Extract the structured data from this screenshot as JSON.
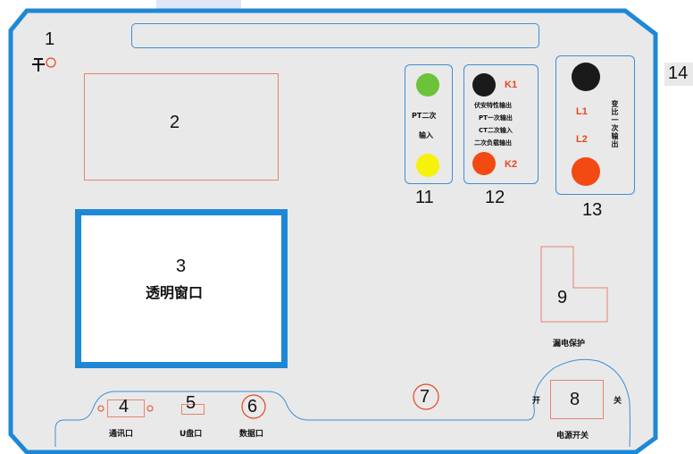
{
  "labels": {
    "n1": "1",
    "n2": "2",
    "n3": "3",
    "n4": "4",
    "n5": "5",
    "n6": "6",
    "n7": "7",
    "n8": "8",
    "n9": "9",
    "n11": "11",
    "n12": "12",
    "n13": "13",
    "n14": "14"
  },
  "window3": {
    "title": "透明窗口"
  },
  "pt_input": {
    "line1": "PT二次",
    "line2": "输入"
  },
  "k_block": {
    "k1": "K1",
    "k2": "K2",
    "lines": [
      "伏安特性输出",
      "PT一次输出",
      "CT二次输入",
      "二次负载输出"
    ]
  },
  "l_block": {
    "l1": "L1",
    "l2": "L2",
    "side": "变比一次输出"
  },
  "leak": "漏电保护",
  "ports": {
    "comm": "通讯口",
    "usb": "U盘口",
    "data": "数据口"
  },
  "power": {
    "on": "开",
    "off": "关",
    "label": "电源开关"
  },
  "colors": {
    "panel_border": "#1e88d6",
    "panel_fill": "#e9e9e9",
    "green": "#6cc33a",
    "yellow": "#f6f20a",
    "black": "#1a1a1a",
    "orange": "#f24a10",
    "red_line": "#e8846b"
  }
}
